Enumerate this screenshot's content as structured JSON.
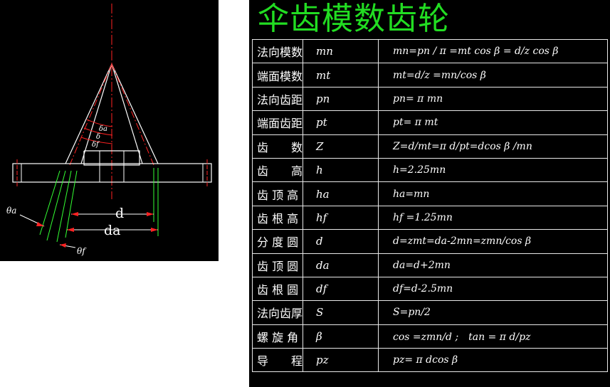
{
  "title": "伞齿模数齿轮",
  "diagram": {
    "labels": {
      "delta_a": "δa",
      "delta": "δ",
      "delta_f": "δf",
      "theta_a": "θa",
      "theta_f": "θf",
      "d": "d",
      "da": "da"
    }
  },
  "rows": [
    {
      "name": "法向模数",
      "symbol": "mn",
      "formula": "mn=pn / π =mt cos β = d/z cos β"
    },
    {
      "name": "端面模数",
      "symbol": "mt",
      "formula": "mt=d/z =mn/cos β"
    },
    {
      "name": "法向齿距",
      "symbol": "pn",
      "formula": "pn= π mn"
    },
    {
      "name": "端面齿距",
      "symbol": "pt",
      "formula": "pt= π mt"
    },
    {
      "name": "齿　　数",
      "symbol": "Z",
      "formula": "Z=d/mt=π d/pt=dcos β /mn"
    },
    {
      "name": "齿　　高",
      "symbol": "h",
      "formula": "h=2.25mn"
    },
    {
      "name": "齿 顶 高",
      "symbol": "ha",
      "formula": "ha=mn"
    },
    {
      "name": "齿 根 高",
      "symbol": "hf",
      "formula": "hf =1.25mn"
    },
    {
      "name": "分 度 圆",
      "symbol": "d",
      "formula": "d=zmt=da-2mn=zmn/cos β"
    },
    {
      "name": "齿 顶 圆",
      "symbol": "da",
      "formula": "da=d+2mn"
    },
    {
      "name": "齿 根 圆",
      "symbol": "df",
      "formula": "df=d-2.5mn"
    },
    {
      "name": "法向齿厚",
      "symbol": "S",
      "formula": "S=pn/2"
    },
    {
      "name": "螺 旋 角",
      "symbol": "β",
      "formula": "cos =zmn/d ;　tan = π d/pz"
    },
    {
      "name": "导　　程",
      "symbol": "pz",
      "formula": "pz= π dcos β"
    }
  ]
}
